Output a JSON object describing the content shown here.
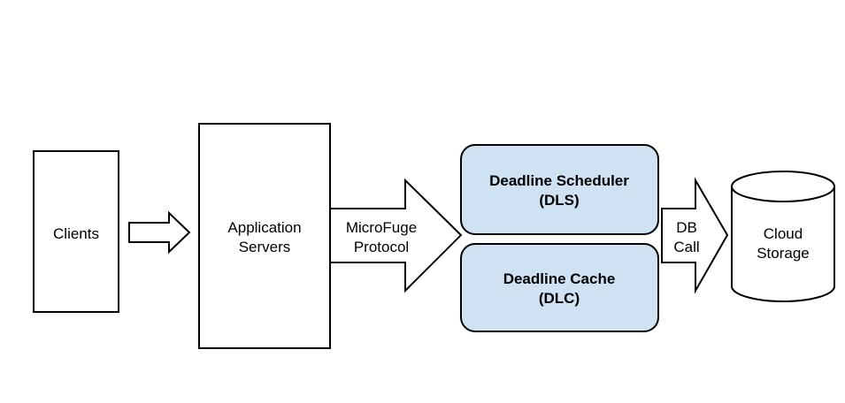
{
  "colors": {
    "component_fill": "#cfe2f3",
    "stroke": "#000000",
    "background": "#ffffff"
  },
  "clients": {
    "label": "Clients"
  },
  "app_servers": {
    "line1": "Application",
    "line2": "Servers"
  },
  "protocol_arrow": {
    "line1": "MicroFuge",
    "line2": "Protocol"
  },
  "dls": {
    "line1": "Deadline Scheduler",
    "line2": "(DLS)"
  },
  "dlc": {
    "line1": "Deadline Cache",
    "line2": "(DLC)"
  },
  "db_arrow": {
    "line1": "DB",
    "line2": "Call"
  },
  "storage": {
    "line1": "Cloud",
    "line2": "Storage"
  }
}
